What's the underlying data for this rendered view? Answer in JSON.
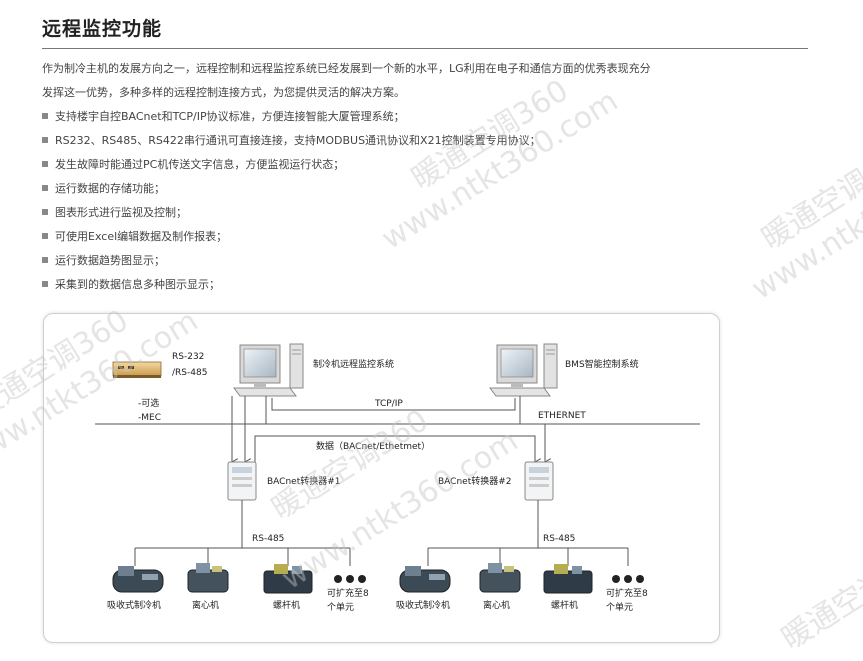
{
  "page": {
    "title": "远程监控功能",
    "intro": [
      "作为制冷主机的发展方向之一，远程控制和远程监控系统已经发展到一个新的水平，LG利用在电子和通信方面的优秀表现充分",
      "发挥这一优势，多种多样的远程控制连接方式，为您提供灵活的解决方案。"
    ],
    "bullets": [
      "支持楼宇自控BACnet和TCP/IP协议标准，方便连接智能大厦管理系统；",
      "RS232、RS485、RS422串行通讯可直接连接，支持MODBUS通讯协议和X21控制装置专用协议；",
      "发生故障时能通过PC机传送文字信息，方便监视运行状态；",
      "运行数据的存储功能；",
      "图表形式进行监视及控制；",
      "可使用Excel编辑数据及制作报表；",
      "运行数据趋势图显示；",
      "采集到的数据信息多种图示显示；"
    ]
  },
  "diagram": {
    "modem_label_1": "RS-232",
    "modem_label_2": "/RS-485",
    "optional_label_1": "-可选",
    "optional_label_2": "-MEC",
    "pc1_label": "制冷机远程监控系统",
    "pc2_label": "BMS智能控制系统",
    "tcpip_label": "TCP/IP",
    "ethernet_label": "ETHERNET",
    "data_label": "数据（BACnet/Ethetmet）",
    "converter1_label": "BACnet转换器#1",
    "converter2_label": "BACnet转换器#2",
    "rs485_left": "RS-485",
    "rs485_right": "RS-485",
    "equip_absorption": "吸收式制冷机",
    "equip_centrifugal": "离心机",
    "equip_screw": "螺杆机",
    "equip_expand_1": "可扩充至8",
    "equip_expand_2": "个单元"
  },
  "watermarks": [
    "暖通空调360",
    "www.ntkt360.com"
  ]
}
